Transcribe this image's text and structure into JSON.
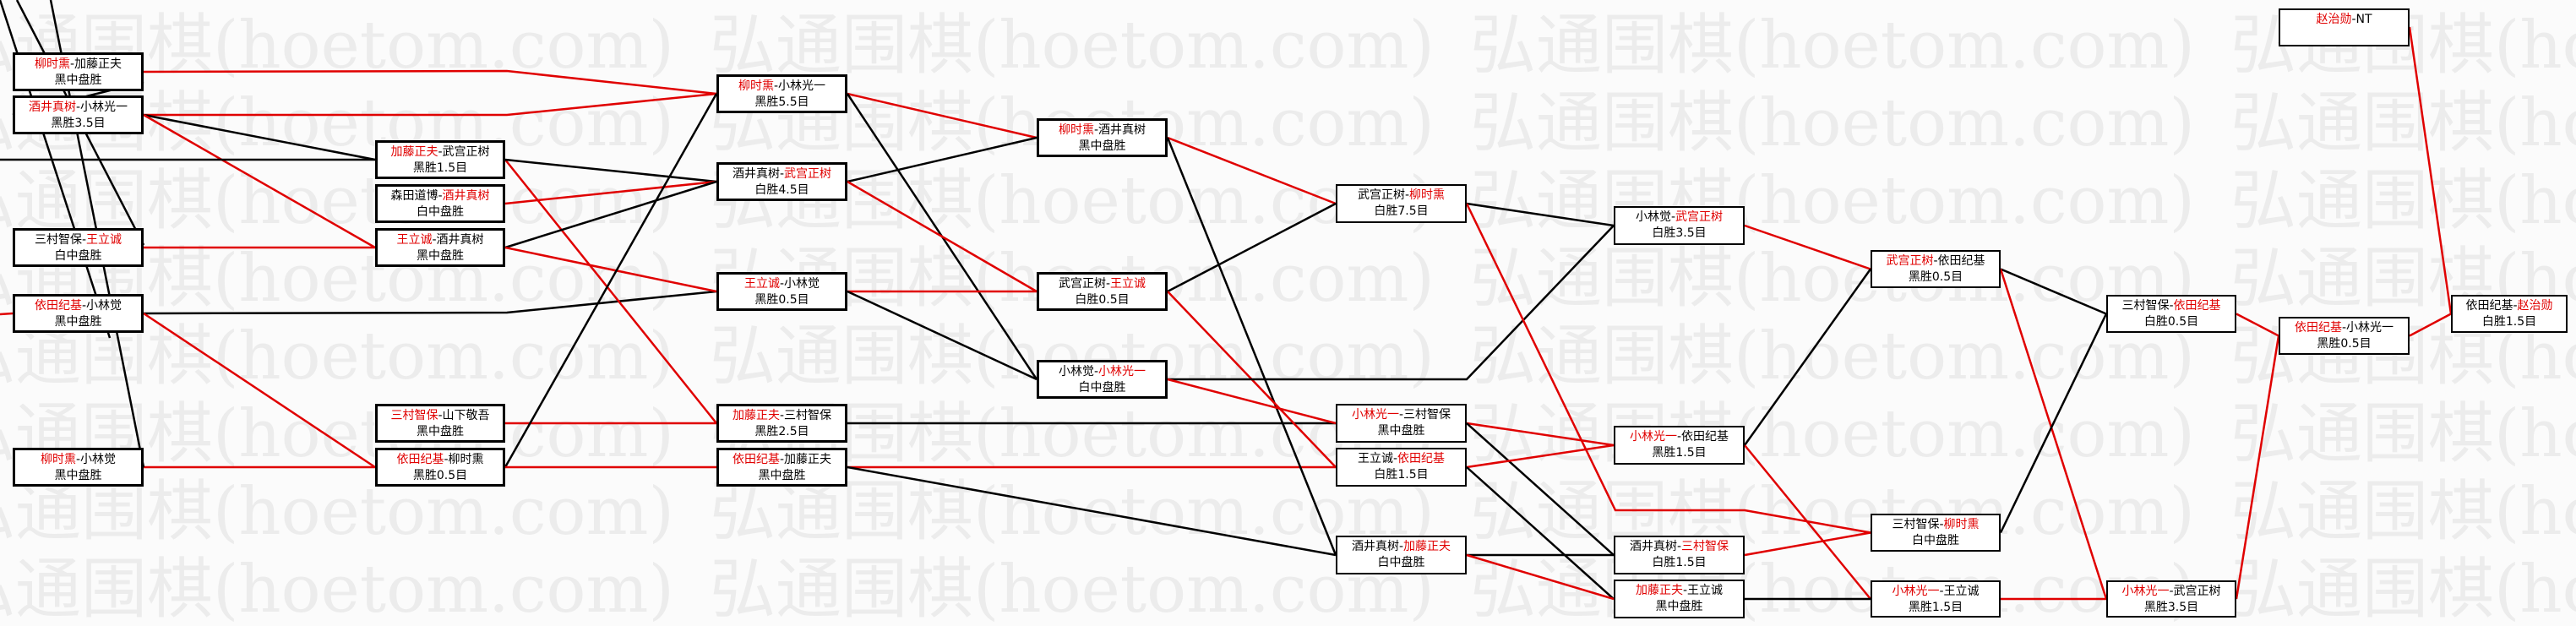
{
  "watermark": "弘通围棋(hoetom.com)",
  "colors": {
    "winner": "#e00000",
    "line_win": "#e00000",
    "line_loss": "#000000"
  },
  "games": [
    {
      "id": "A1",
      "p1": "柳时熏",
      "p2": "加藤正夫",
      "winner": 1,
      "result": "黑中盘胜"
    },
    {
      "id": "A2",
      "p1": "酒井真树",
      "p2": "小林光一",
      "winner": 1,
      "result": "黑胜3.5目"
    },
    {
      "id": "A3",
      "p1": "三村智保",
      "p2": "王立诚",
      "winner": 2,
      "result": "白中盘胜"
    },
    {
      "id": "A4",
      "p1": "依田纪基",
      "p2": "小林觉",
      "winner": 1,
      "result": "黑中盘胜"
    },
    {
      "id": "A5",
      "p1": "柳时熏",
      "p2": "小林觉",
      "winner": 1,
      "result": "黑中盘胜"
    },
    {
      "id": "B1",
      "p1": "加藤正夫",
      "p2": "武宫正树",
      "winner": 1,
      "result": "黑胜1.5目"
    },
    {
      "id": "B2",
      "p1": "森田道博",
      "p2": "酒井真树",
      "winner": 2,
      "result": "白中盘胜"
    },
    {
      "id": "B3",
      "p1": "王立诚",
      "p2": "酒井真树",
      "winner": 1,
      "result": "黑中盘胜"
    },
    {
      "id": "B4",
      "p1": "三村智保",
      "p2": "山下敬吾",
      "winner": 1,
      "result": "黑中盘胜"
    },
    {
      "id": "B5",
      "p1": "依田纪基",
      "p2": "柳时熏",
      "winner": 1,
      "result": "黑胜0.5目"
    },
    {
      "id": "C1",
      "p1": "柳时熏",
      "p2": "小林光一",
      "winner": 1,
      "result": "黑胜5.5目"
    },
    {
      "id": "C2",
      "p1": "酒井真树",
      "p2": "武宫正树",
      "winner": 2,
      "result": "白胜4.5目"
    },
    {
      "id": "C3",
      "p1": "王立诚",
      "p2": "小林觉",
      "winner": 1,
      "result": "黑胜0.5目"
    },
    {
      "id": "C4",
      "p1": "加藤正夫",
      "p2": "三村智保",
      "winner": 1,
      "result": "黑胜2.5目"
    },
    {
      "id": "C5",
      "p1": "依田纪基",
      "p2": "加藤正夫",
      "winner": 1,
      "result": "黑中盘胜"
    },
    {
      "id": "D1",
      "p1": "柳时熏",
      "p2": "酒井真树",
      "winner": 1,
      "result": "黑中盘胜"
    },
    {
      "id": "D2",
      "p1": "武宫正树",
      "p2": "王立诚",
      "winner": 2,
      "result": "白胜0.5目"
    },
    {
      "id": "D3",
      "p1": "小林觉",
      "p2": "小林光一",
      "winner": 2,
      "result": "白中盘胜"
    },
    {
      "id": "E1",
      "p1": "武宫正树",
      "p2": "柳时熏",
      "winner": 2,
      "result": "白胜7.5目"
    },
    {
      "id": "E2",
      "p1": "小林光一",
      "p2": "三村智保",
      "winner": 1,
      "result": "黑中盘胜"
    },
    {
      "id": "E3",
      "p1": "王立诚",
      "p2": "依田纪基",
      "winner": 2,
      "result": "白胜1.5目"
    },
    {
      "id": "E4",
      "p1": "酒井真树",
      "p2": "加藤正夫",
      "winner": 2,
      "result": "白中盘胜"
    },
    {
      "id": "F1",
      "p1": "小林觉",
      "p2": "武宫正树",
      "winner": 2,
      "result": "白胜3.5目"
    },
    {
      "id": "F2",
      "p1": "小林光一",
      "p2": "依田纪基",
      "winner": 1,
      "result": "黑胜1.5目"
    },
    {
      "id": "F3",
      "p1": "酒井真树",
      "p2": "三村智保",
      "winner": 2,
      "result": "白胜1.5目"
    },
    {
      "id": "F4",
      "p1": "加藤正夫",
      "p2": "王立诚",
      "winner": 1,
      "result": "黑中盘胜"
    },
    {
      "id": "G1",
      "p1": "武宫正树",
      "p2": "依田纪基",
      "winner": 1,
      "result": "黑胜0.5目"
    },
    {
      "id": "G2",
      "p1": "三村智保",
      "p2": "柳时熏",
      "winner": 2,
      "result": "白中盘胜"
    },
    {
      "id": "G3",
      "p1": "小林光一",
      "p2": "王立诚",
      "winner": 1,
      "result": "黑胜1.5目"
    },
    {
      "id": "H1",
      "p1": "三村智保",
      "p2": "依田纪基",
      "winner": 2,
      "result": "白胜0.5目"
    },
    {
      "id": "H2",
      "p1": "小林光一",
      "p2": "武宫正树",
      "winner": 1,
      "result": "黑胜3.5目"
    },
    {
      "id": "I1",
      "p1": "赵治勋",
      "p2": "NT",
      "winner": 1,
      "result": ""
    },
    {
      "id": "I2",
      "p1": "依田纪基",
      "p2": "小林光一",
      "winner": 1,
      "result": "黑胜0.5目"
    },
    {
      "id": "J1",
      "p1": "依田纪基",
      "p2": "赵治勋",
      "winner": 2,
      "result": "白胜1.5目"
    }
  ]
}
